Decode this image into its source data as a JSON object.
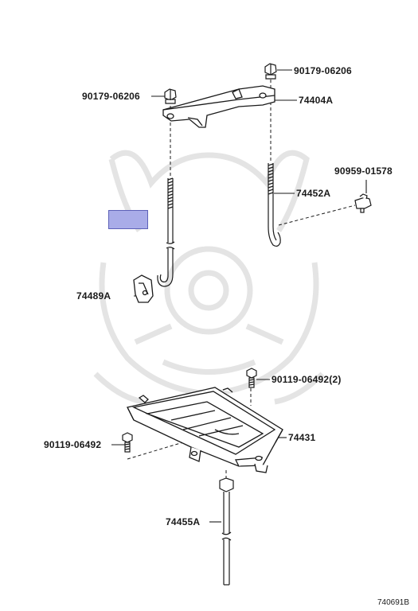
{
  "labels": {
    "p90179_top": "90179-06206",
    "p90179_left": "90179-06206",
    "p74404A": "74404A",
    "p90959": "90959-01578",
    "p74452A": "74452A",
    "p74489A": "74489A",
    "p90119_right": "90119-06492(2)",
    "p90119_left": "90119-06492",
    "p74431": "74431",
    "p74455A": "74455A"
  },
  "figure_code": "740691B",
  "colors": {
    "line": "#1a1a1a",
    "highlight": "#a9ace8",
    "watermark": "#e6e6e6"
  }
}
